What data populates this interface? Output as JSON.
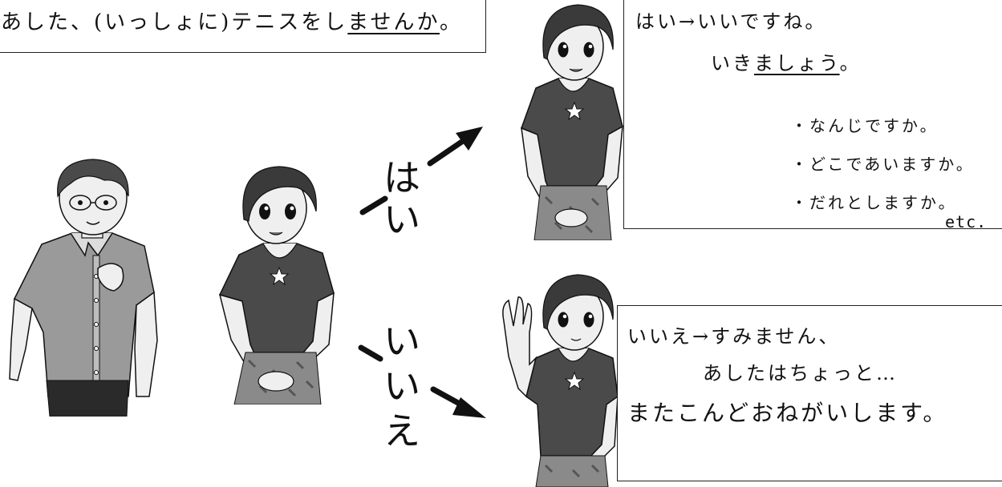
{
  "invitation": {
    "prefix": "あした、(いっしょに)テニスをし",
    "underlined": "ませんか",
    "suffix": "。"
  },
  "yes_label": {
    "line1": "は",
    "line2": "い"
  },
  "no_label": {
    "line1": "い",
    "line2": "い",
    "line3": "え"
  },
  "yes_box": {
    "line1": "はい→いいですね。",
    "line2_prefix": "いき",
    "line2_underlined": "ましょう",
    "line2_suffix": "。",
    "questions": [
      "・なんじですか。",
      "・どこであいますか。",
      "・だれとしますか。"
    ],
    "etc": "etc."
  },
  "no_box": {
    "line1": "いいえ→すみません、",
    "line2": "あしたはちょっと…",
    "line3": "またこんどおねがいします。"
  },
  "colors": {
    "hair": "#3a3a3a",
    "skin": "#f2f2f2",
    "woman_top": "#4a4a4a",
    "man_shirt": "#9a9a9a",
    "skirt": "#8a8a8a",
    "line": "#111111"
  }
}
